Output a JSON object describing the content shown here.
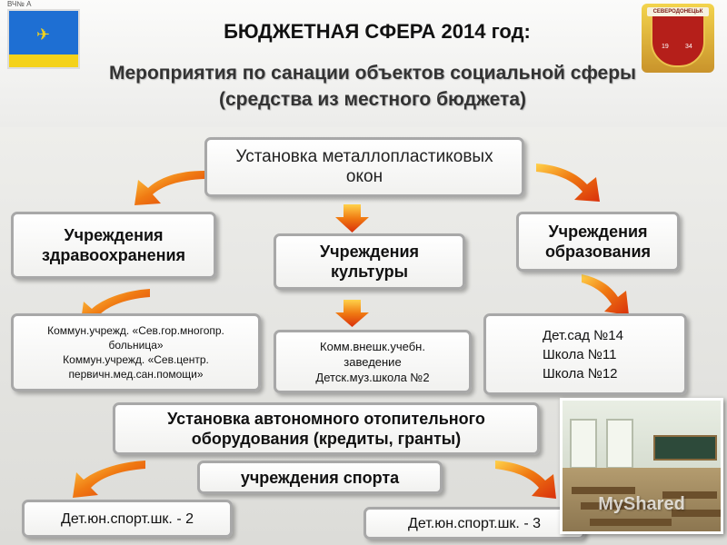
{
  "header": {
    "corner_text": "ВЧ№ А",
    "title": "БЮДЖЕТНАЯ СФЕРА 2014 год:",
    "subtitle": "Мероприятия по санации объектов социальной сферы (средства из местного бюджета)"
  },
  "emblem": {
    "ribbon_text": "СЕВЕРОДОНЕЦЬК",
    "left_number": "19",
    "right_number": "34"
  },
  "diagram": {
    "root_1": "Установка металлопластиковых окон",
    "health": "Учреждения здравоохранения",
    "culture": "Учреждения культуры",
    "education": "Учреждения образования",
    "health_detail_1": "Коммун.учрежд. «Сев.гор.многопр. больница»",
    "health_detail_2": "Коммун.учрежд. «Сев.центр. первичн.мед.сан.помощи»",
    "culture_detail_1": "Комм.внешк.учебн. заведение",
    "culture_detail_2": "Детск.муз.школа №2",
    "education_detail_1": "Дет.сад №14",
    "education_detail_2": "Школа №11",
    "education_detail_3": "Школа №12",
    "root_2": "Установка автономного отопительного оборудования (кредиты, гранты)",
    "sport": "учреждения спорта",
    "sport_detail_1": "Дет.юн.спорт.шк. - 2",
    "sport_detail_2": "Дет.юн.спорт.шк. - 3"
  },
  "watermark": "MyShared",
  "colors": {
    "arrow_orange": "#f07a12",
    "arrow_red": "#e8420c",
    "box_border": "#a8a8a8",
    "flag_blue": "#1e6fd3",
    "flag_yellow": "#f4d21a"
  }
}
